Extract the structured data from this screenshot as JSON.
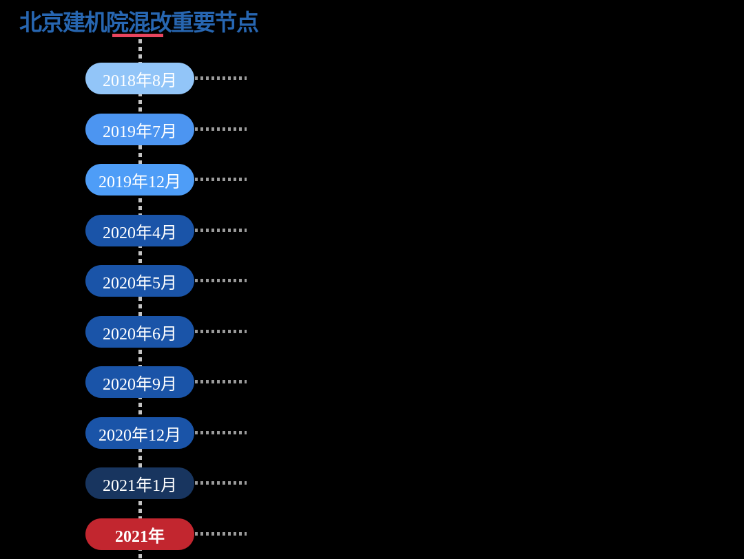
{
  "title": {
    "text": "北京建机院混改重要节点"
  },
  "colors": {
    "background": "#000000",
    "title": "#2766B1",
    "title_underline": "#E9455E",
    "axis_dash": "#C4C4C4",
    "connector_dash": "#9B9B9B",
    "pill_text": "#FFFFFF"
  },
  "timeline": {
    "items": [
      {
        "label": "2018年8月",
        "color": "#92C5F8",
        "emphasis": false
      },
      {
        "label": "2019年7月",
        "color": "#4C95F1",
        "emphasis": false
      },
      {
        "label": "2019年12月",
        "color": "#4E9DF7",
        "emphasis": false
      },
      {
        "label": "2020年4月",
        "color": "#1A54A8",
        "emphasis": false
      },
      {
        "label": "2020年5月",
        "color": "#1A54A8",
        "emphasis": false
      },
      {
        "label": "2020年6月",
        "color": "#1A54A8",
        "emphasis": false
      },
      {
        "label": "2020年9月",
        "color": "#1A54A8",
        "emphasis": false
      },
      {
        "label": "2020年12月",
        "color": "#1A54A8",
        "emphasis": false
      },
      {
        "label": "2021年1月",
        "color": "#18355F",
        "emphasis": false
      },
      {
        "label": "2021年",
        "color": "#C2262F",
        "emphasis": true
      }
    ]
  }
}
